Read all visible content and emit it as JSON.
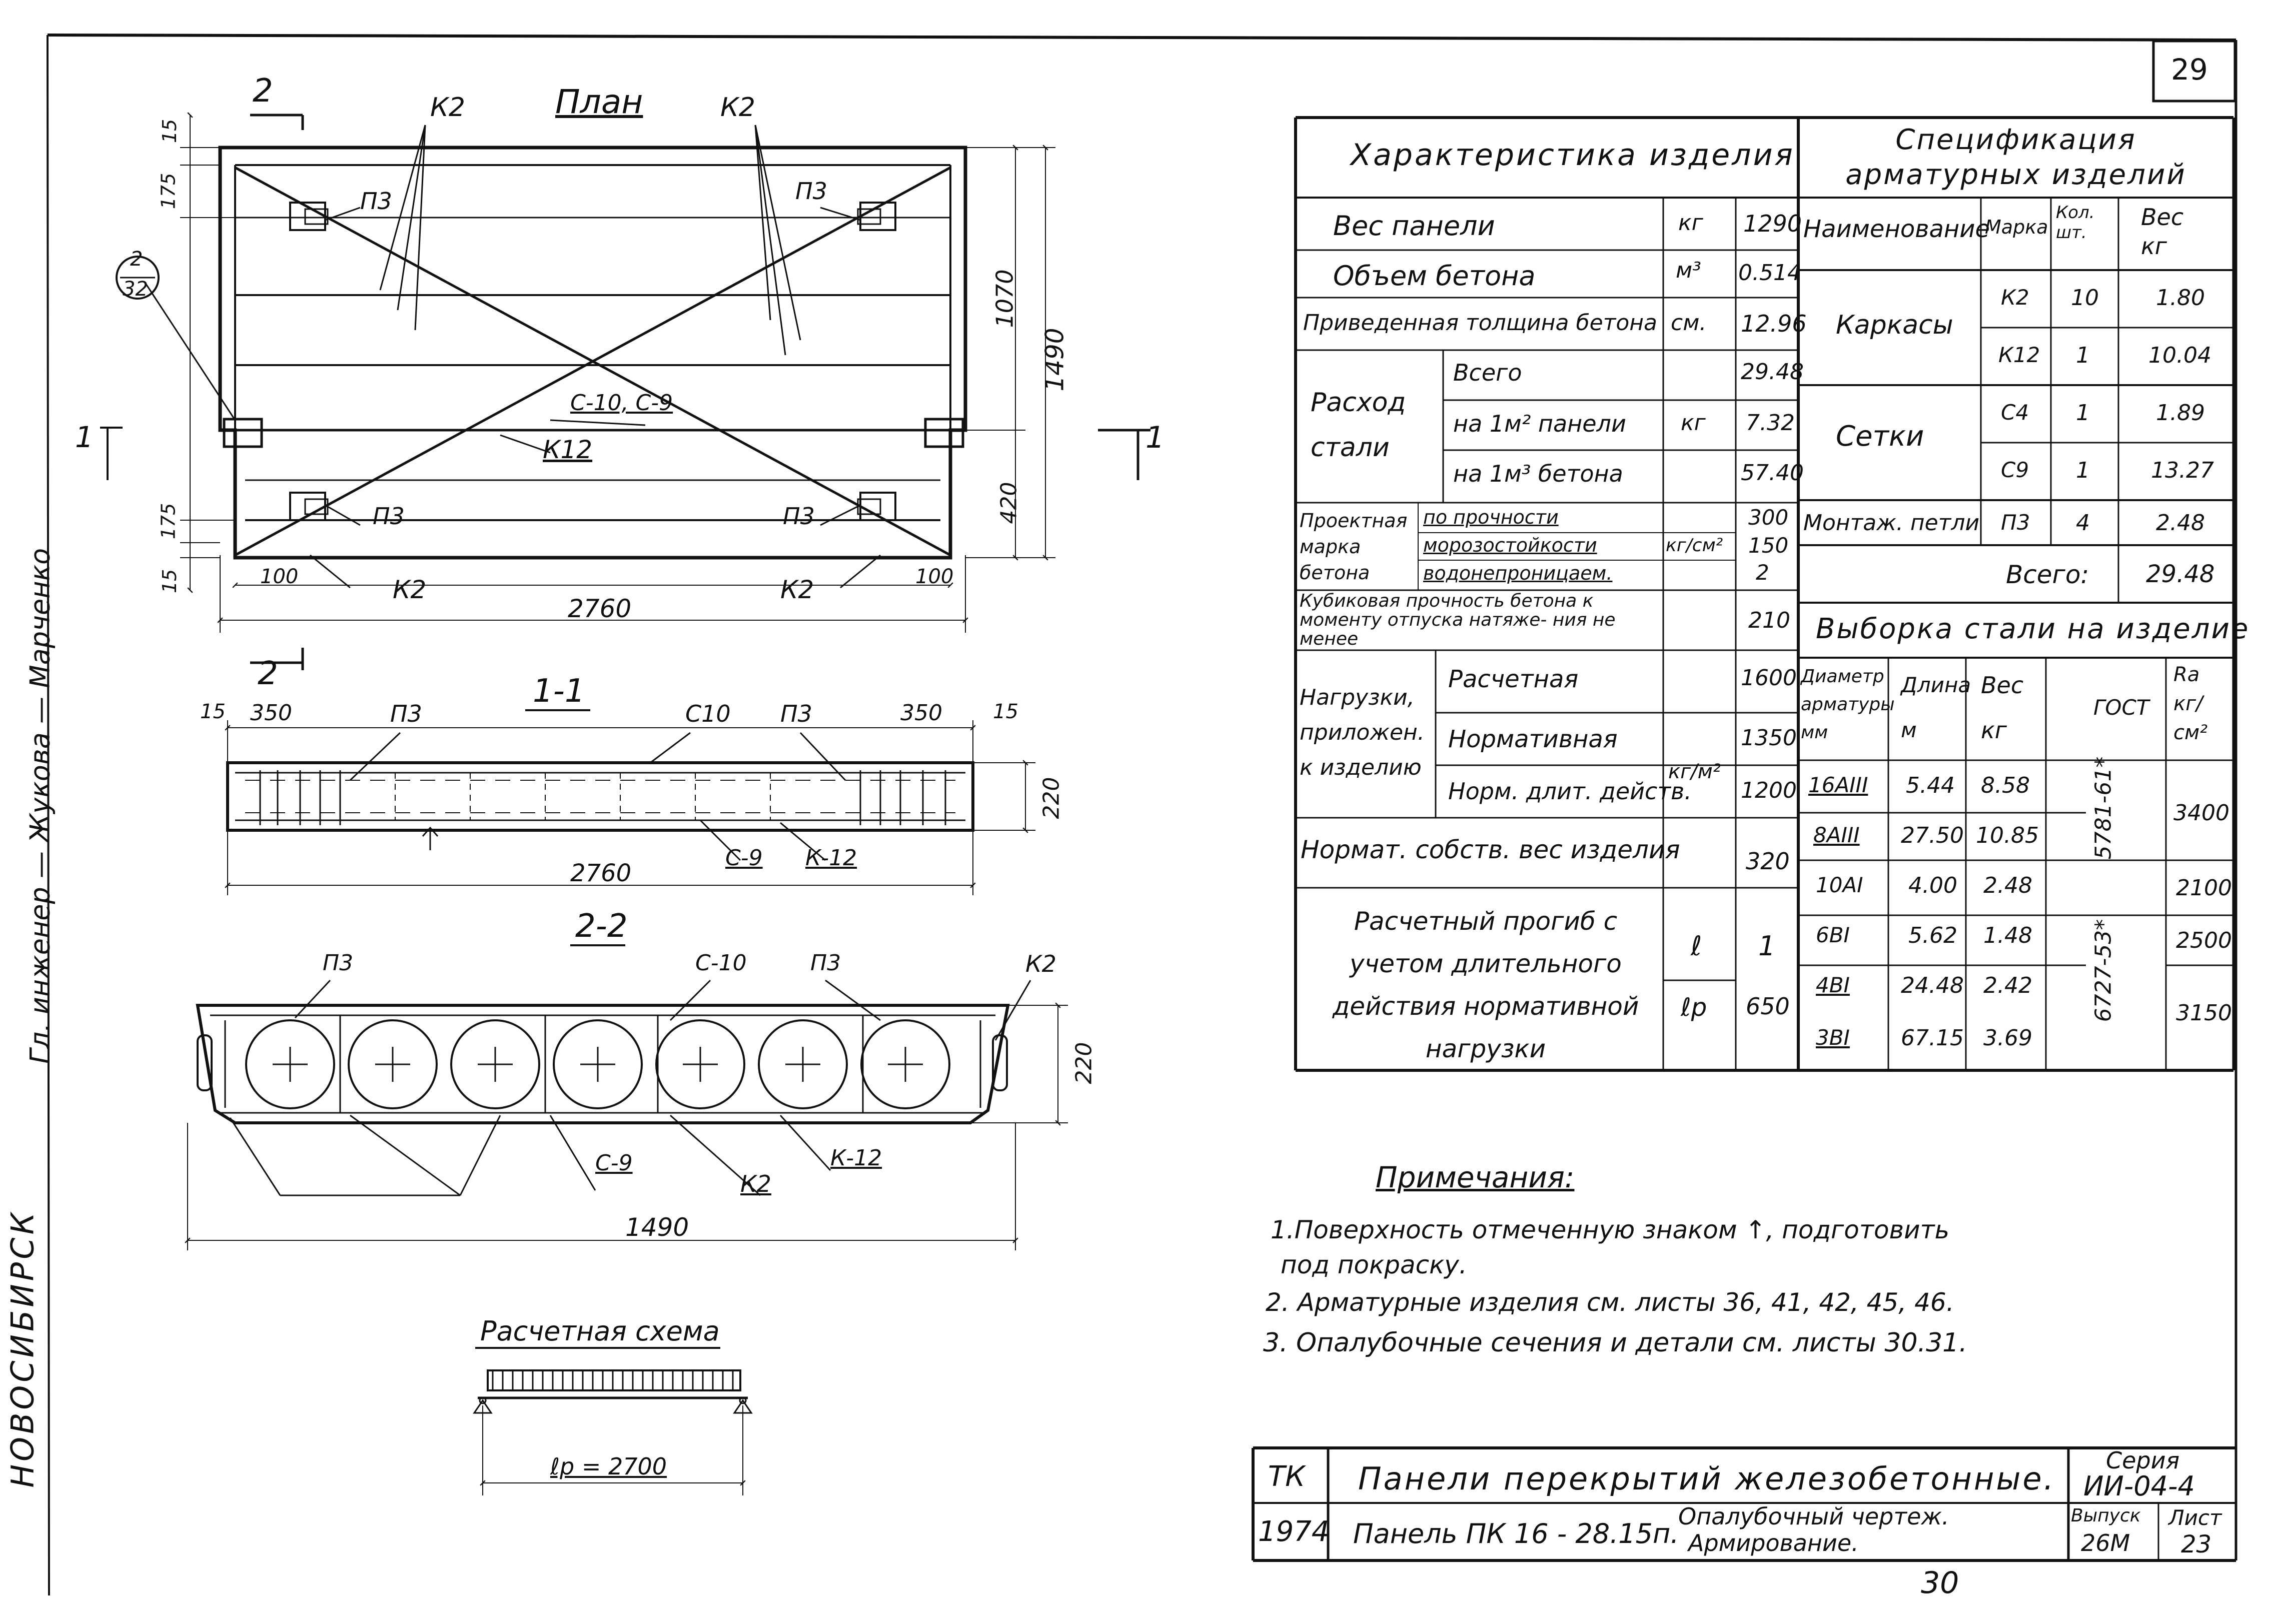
{
  "sheet": {
    "page_number": "29",
    "bottom_number": "30",
    "side_stamp": "НОВОСИБИРСК",
    "side_signatures": "Гл. инженер — Жукова — Марченко",
    "side_label_one": "1"
  },
  "plan": {
    "title": "План",
    "section_mark": "2",
    "section_one": "1",
    "callout_num": "2",
    "callout_den": "32",
    "labels": {
      "k2": "К2",
      "p3": "П3",
      "c10c9": "С-10, С-9",
      "k12": "К12"
    },
    "dims": {
      "d15": "15",
      "d175": "175",
      "d1070": "1070",
      "d1490": "1490",
      "d420": "420",
      "d100": "100",
      "d2760": "2760"
    }
  },
  "section11": {
    "title": "1-1",
    "labels": {
      "p3": "П3",
      "c10": "С10",
      "c9": "С-9",
      "k12": "К-12"
    },
    "dims": {
      "d15": "15",
      "d350": "350",
      "d220": "220",
      "d2760": "2760"
    }
  },
  "section22": {
    "title": "2-2",
    "labels": {
      "p3": "П3",
      "c10": "С-10",
      "k2": "К2",
      "c9": "С-9",
      "k12": "К-12"
    },
    "dims": {
      "d220": "220",
      "d1490": "1490"
    }
  },
  "scheme": {
    "title": "Расчетная схема",
    "span_label": "ℓр = 2700"
  },
  "characteristics": {
    "header": "Характеристика изделия",
    "rows": {
      "weight": {
        "label": "Вес панели",
        "unit": "кг",
        "value": "1290"
      },
      "volume": {
        "label": "Объем бетона",
        "unit": "м³",
        "value": "0.514"
      },
      "thickness": {
        "label": "Приведенная толщина бетона",
        "unit": "см.",
        "value": "12.96"
      }
    },
    "steel": {
      "label": "Расход стали",
      "unit": "кг",
      "rows": [
        {
          "label": "Всего",
          "value": "29.48"
        },
        {
          "label": "на 1м² панели",
          "value": "7.32"
        },
        {
          "label": "на 1м³ бетона",
          "value": "57.40"
        }
      ]
    },
    "concrete": {
      "label": "Проектная марка бетона",
      "unit": "кг/см²",
      "rows": [
        {
          "label": "по прочности",
          "value": "300"
        },
        {
          "label": "морозостойкости",
          "value": "150"
        },
        {
          "label": "водонепроницаем.",
          "value": "2"
        }
      ]
    },
    "cube": {
      "label": "Кубиковая прочность бетона к моменту отпуска натяже- ния не менее",
      "value": "210"
    },
    "loads": {
      "label": "Нагрузки, приложен. к изделию",
      "unit": "кг/м²",
      "rows": [
        {
          "label": "Расчетная",
          "value": "1600"
        },
        {
          "label": "Нормативная",
          "value": "1350"
        },
        {
          "label": "Норм. длит. действ.",
          "value": "1200"
        }
      ]
    },
    "own_weight": {
      "label": "Нормат. собств. вес изделия",
      "value": "320"
    },
    "deflection": {
      "label": "Расчетный прогиб с учетом длительного действия нормативной нагрузки",
      "unit_num": "ℓ",
      "unit_den": "ℓр",
      "value_num": "1",
      "value_den": "650"
    }
  },
  "specification": {
    "header": "Спецификация арматурных изделий",
    "columns": [
      "Наименование",
      "Марка",
      "Кол. шт.",
      "Вес кг"
    ],
    "groups": [
      {
        "name": "Каркасы",
        "rows": [
          {
            "mark": "К2",
            "qty": "10",
            "weight": "1.80"
          },
          {
            "mark": "К12",
            "qty": "1",
            "weight": "10.04"
          }
        ]
      },
      {
        "name": "Сетки",
        "rows": [
          {
            "mark": "С4",
            "qty": "1",
            "weight": "1.89"
          },
          {
            "mark": "С9",
            "qty": "1",
            "weight": "13.27"
          }
        ]
      },
      {
        "name": "Монтаж. петли",
        "rows": [
          {
            "mark": "П3",
            "qty": "4",
            "weight": "2.48"
          }
        ]
      }
    ],
    "total_label": "Всего:",
    "total_value": "29.48"
  },
  "steel_selection": {
    "header": "Выборка стали на изделие",
    "columns": [
      "Диаметр арматуры мм",
      "Длина м",
      "Вес кг",
      "ГОСТ",
      "Ra кг/см²"
    ],
    "rows": [
      {
        "dia": "16AIII",
        "len": "5.44",
        "wt": "8.58"
      },
      {
        "dia": "8AIII",
        "len": "27.50",
        "wt": "10.85"
      },
      {
        "dia": "10AI",
        "len": "4.00",
        "wt": "2.48"
      },
      {
        "dia": "6BI",
        "len": "5.62",
        "wt": "1.48"
      },
      {
        "dia": "4BI",
        "len": "24.48",
        "wt": "2.42"
      },
      {
        "dia": "3BI",
        "len": "67.15",
        "wt": "3.69"
      }
    ],
    "gost1": "5781-61*",
    "gost2": "6727-53*",
    "ra": [
      "3400",
      "2100",
      "2500",
      "3150"
    ]
  },
  "notes": {
    "title": "Примечания:",
    "items": [
      "1.Поверхность отмеченную знаком ↑, подготовить",
      "под покраску.",
      "2. Арматурные изделия см. листы 36, 41, 42, 45, 46.",
      "3. Опалубочные сечения и детали см. листы 30.31."
    ]
  },
  "title_block": {
    "org": "ТК",
    "year": "1974",
    "title": "Панели перекрытий железобетонные.",
    "panel": "Панель ПК 16 - 28.15п.",
    "drawing_line1": "Опалубочный чертеж.",
    "drawing_line2": "Армирование.",
    "series_label": "Серия",
    "series": "ИИ-04-4",
    "issue_label": "Выпуск",
    "issue": "26М",
    "sheet_label": "Лист",
    "sheet": "23"
  }
}
